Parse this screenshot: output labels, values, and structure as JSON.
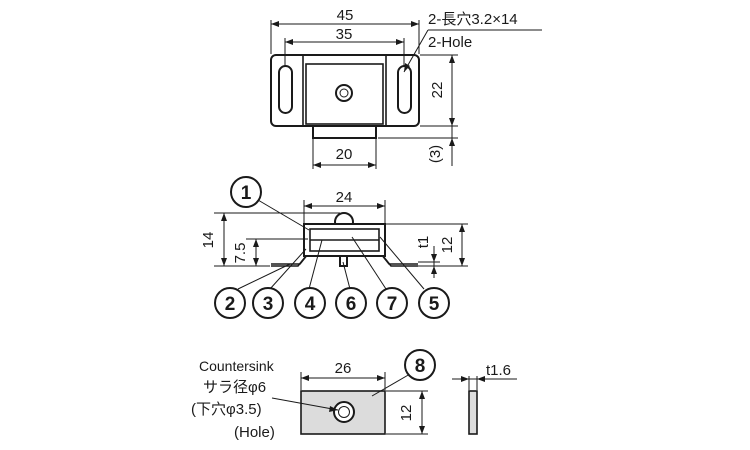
{
  "top_view": {
    "dim_overall_width": "45",
    "dim_hole_pitch": "35",
    "dim_height": "22",
    "dim_base_width": "20",
    "dim_offset": "(3)",
    "note_slot_jp": "2-長穴3.2×14",
    "note_slot_en": "2-Hole"
  },
  "front_view": {
    "dim_width": "24",
    "dim_total_height": "14",
    "dim_half_height": "7.5",
    "dim_thickness": "t1",
    "dim_body_height": "12",
    "callouts": [
      {
        "number": "1"
      },
      {
        "number": "2"
      },
      {
        "number": "3"
      },
      {
        "number": "4"
      },
      {
        "number": "6"
      },
      {
        "number": "7"
      },
      {
        "number": "5"
      }
    ]
  },
  "plate_view": {
    "note_countersink_en": "Countersink",
    "note_countersink_jp": "サラ径φ6",
    "note_pilot_jp": "(下穴φ3.5)",
    "note_pilot_en": "(Hole)",
    "dim_width": "26",
    "dim_height": "12",
    "dim_thickness": "t1.6",
    "callout_number": "8"
  }
}
